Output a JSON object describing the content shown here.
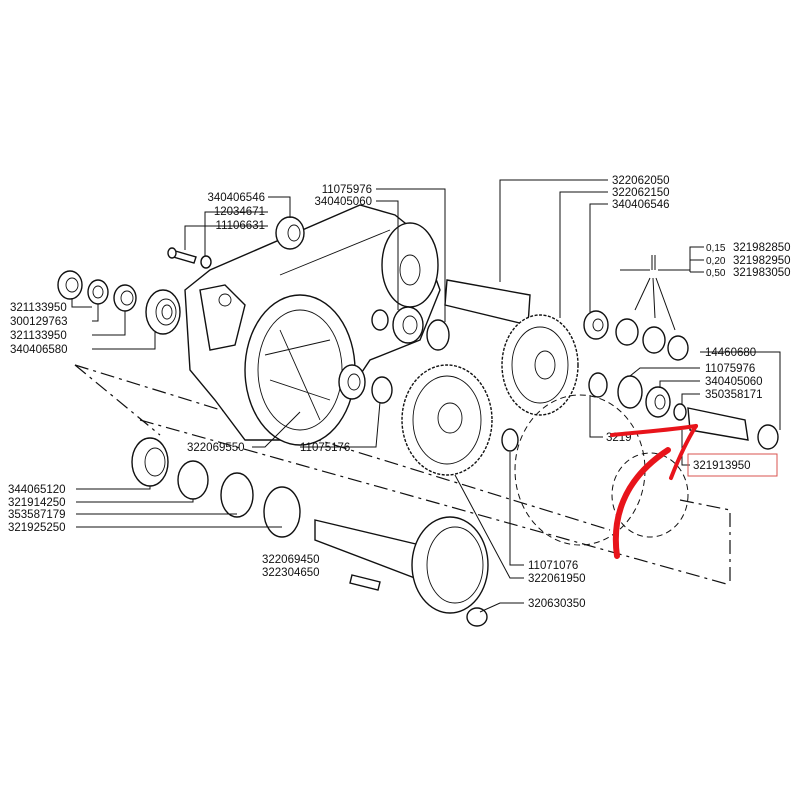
{
  "diagram": {
    "title": "Final drive exploded parts view",
    "colors": {
      "line": "#111111",
      "highlight": "#e8141b",
      "highlight_box": "#d9534f"
    },
    "labels_left_top": [
      "340406546",
      "12034671",
      "11106631"
    ],
    "labels_left_nuts": [
      "321133950",
      "300129763",
      "321133950",
      "340406580"
    ],
    "labels_center_top": [
      "11075976",
      "340405060"
    ],
    "labels_right_top": [
      "322062050",
      "322062150",
      "340406546"
    ],
    "shims": [
      {
        "thickness": "0,15",
        "part": "321982850"
      },
      {
        "thickness": "0,20",
        "part": "321982950"
      },
      {
        "thickness": "0,50",
        "part": "321983050"
      }
    ],
    "labels_right_mid": [
      "14460680",
      "11075976",
      "340405060",
      "350358171"
    ],
    "label_obscured": "3219",
    "label_highlighted": "321913950",
    "label_housing": "322069550",
    "label_circlip": "11075176",
    "labels_left_bottom": [
      "344065120",
      "321914250",
      "353587179",
      "321925250"
    ],
    "labels_axle": [
      "322069450",
      "322304650"
    ],
    "labels_gear": [
      "11071076",
      "322061950"
    ],
    "label_nut": "320630350"
  }
}
